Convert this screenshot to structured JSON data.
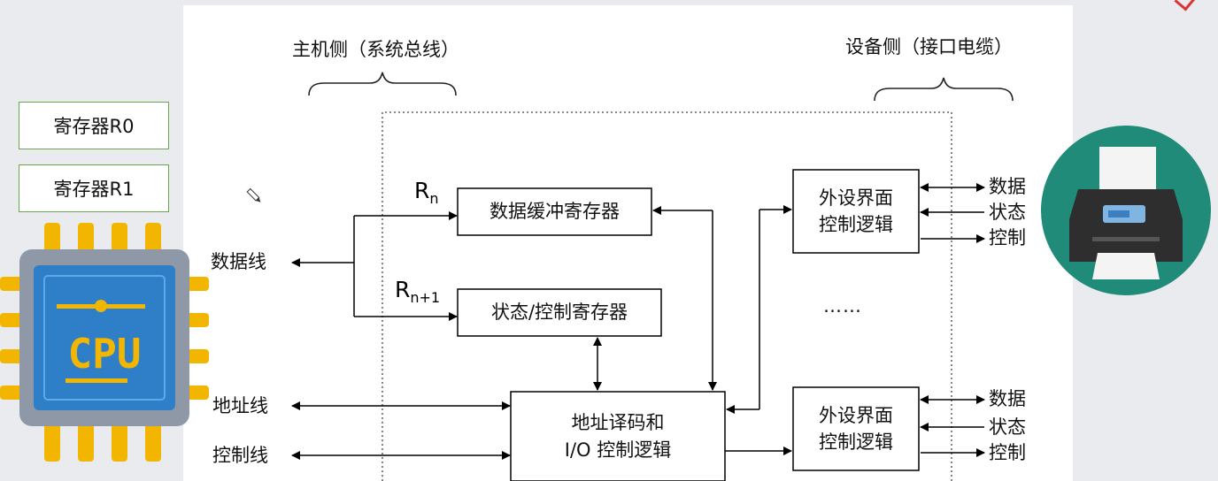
{
  "labels": {
    "host_side": "主机侧（系统总线）",
    "device_side": "设备侧（接口电缆）",
    "data_line": "数据线",
    "addr_line": "地址线",
    "ctrl_line": "控制线",
    "ellipsis": "……"
  },
  "registers": [
    {
      "label": "寄存器R0"
    },
    {
      "label": "寄存器R1"
    }
  ],
  "boxes": {
    "data_buffer": "数据缓冲寄存器",
    "status_ctrl": "状态/控制寄存器",
    "addr_decode_l1": "地址译码和",
    "addr_decode_l2": "I/O 控制逻辑",
    "dev1_l1": "外设界面",
    "dev1_l2": "控制逻辑",
    "dev2_l1": "外设界面",
    "dev2_l2": "控制逻辑"
  },
  "reg_labels": {
    "rn_base": "R",
    "rn_sub": "n",
    "rn1_base": "R",
    "rn1_sub": "n+1"
  },
  "signals_top": {
    "data": "数据",
    "status": "状态",
    "control": "控制"
  },
  "signals_bottom": {
    "data": "数据",
    "status": "状态",
    "control": "控制"
  },
  "cpu": {
    "label": "CPU"
  },
  "colors": {
    "cpu_body": "#2f7fc8",
    "cpu_pins": "#f2b600",
    "cpu_text": "#f2b600",
    "printer_circle": "#1f8b78",
    "register_border": "#6aa84f"
  }
}
